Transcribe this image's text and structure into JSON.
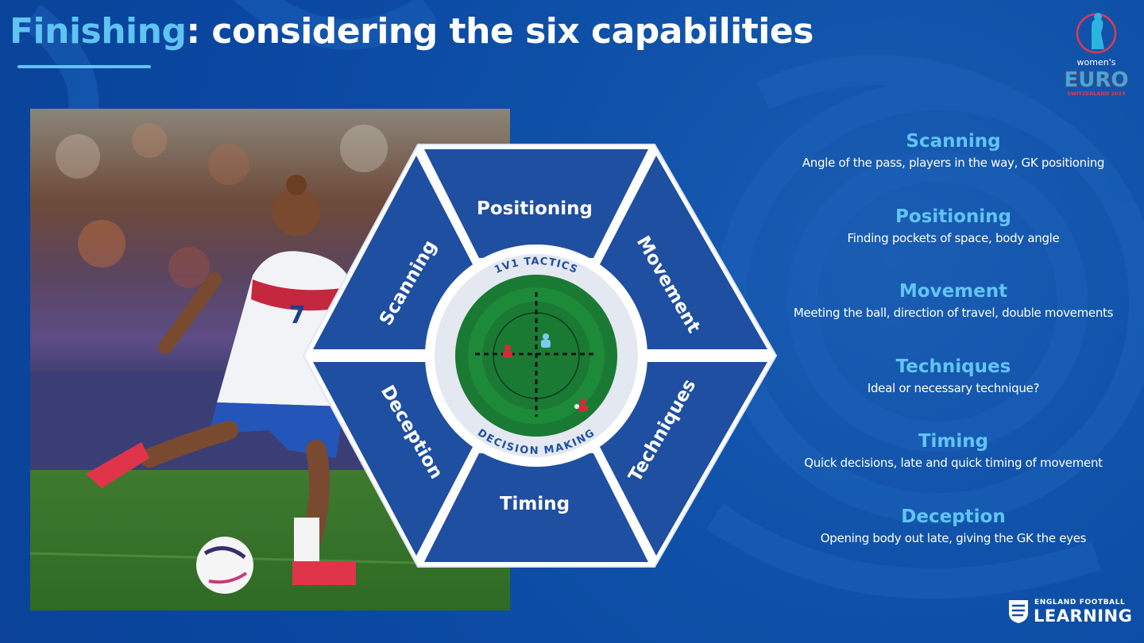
{
  "header": {
    "title_accent": "Finishing",
    "title_rest": ": considering the six capabilities"
  },
  "logo": {
    "line1": "women's",
    "line2": "EURO",
    "line3": "SWITZERLAND 2025"
  },
  "wheel": {
    "segments": [
      "Positioning",
      "Movement",
      "Techniques",
      "Timing",
      "Deception",
      "Scanning"
    ],
    "ring_top": "1V1 TACTICS",
    "ring_bottom": "DECISION MAKING"
  },
  "capabilities": [
    {
      "title": "Scanning",
      "description": "Angle of the pass, players in the way, GK positioning"
    },
    {
      "title": "Positioning",
      "description": "Finding pockets of space, body angle"
    },
    {
      "title": "Movement",
      "description": "Meeting the ball, direction of travel, double movements"
    },
    {
      "title": "Techniques",
      "description": "Ideal or necessary technique?"
    },
    {
      "title": "Timing",
      "description": "Quick decisions, late and quick timing of movement"
    },
    {
      "title": "Deception",
      "description": "Opening body out late, giving the GK the eyes"
    }
  ],
  "photo": {
    "shirt_number": "7"
  },
  "footer": {
    "brand_small": "ENGLAND FOOTBALL",
    "brand_big": "LEARNING"
  },
  "colors": {
    "background": "#0d4fa6",
    "accent": "#5fc3f3",
    "segment_fill": "#1b4fa2",
    "pitch_green": "#1a8a3a"
  }
}
